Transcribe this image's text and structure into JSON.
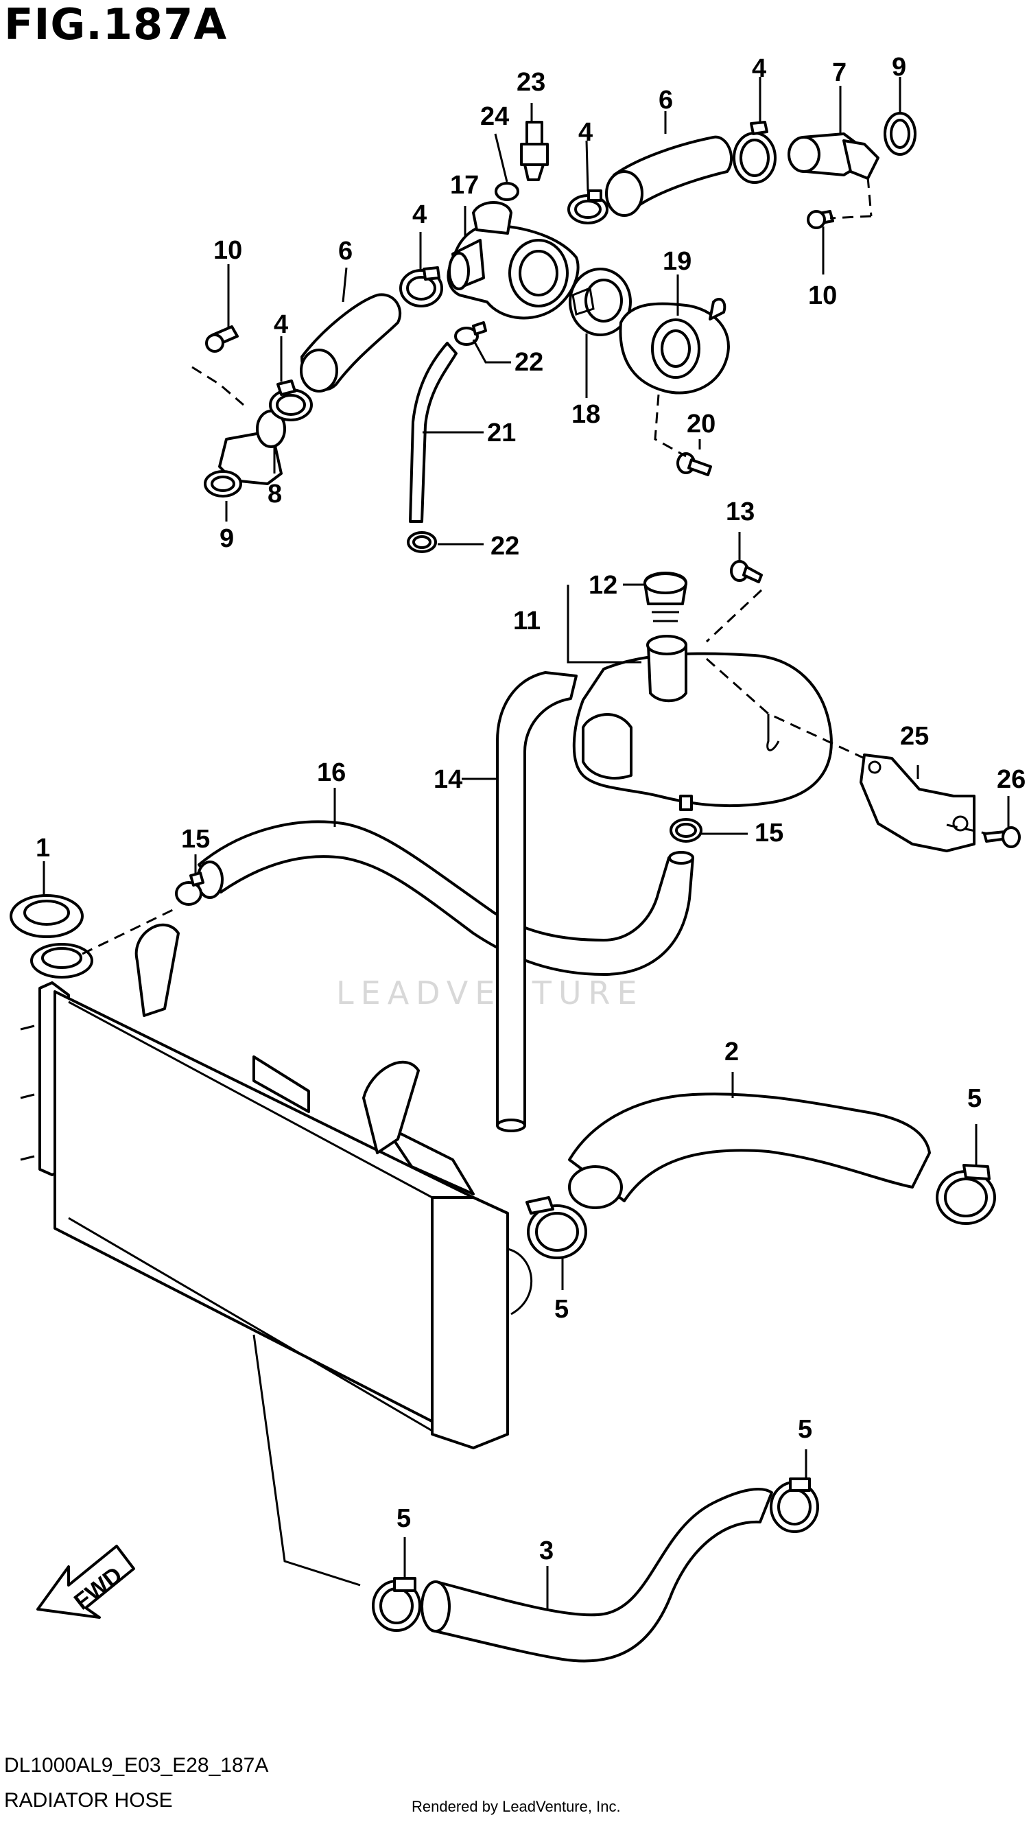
{
  "header": {
    "title": "FIG.187A"
  },
  "footer": {
    "code": "DL1000AL9_E03_E28_187A",
    "subtitle": "RADIATOR HOSE",
    "credit": "Rendered by LeadVenture, Inc."
  },
  "watermark": {
    "text": "LEADVENTURE"
  },
  "direction_marker": {
    "label": "FWD"
  },
  "callouts": [
    {
      "id": "c23",
      "text": "23"
    },
    {
      "id": "c24",
      "text": "24"
    },
    {
      "id": "c4a",
      "text": "4"
    },
    {
      "id": "c6a",
      "text": "6"
    },
    {
      "id": "c4b",
      "text": "4"
    },
    {
      "id": "c7",
      "text": "7"
    },
    {
      "id": "c9a",
      "text": "9"
    },
    {
      "id": "c17",
      "text": "17"
    },
    {
      "id": "c4c",
      "text": "4"
    },
    {
      "id": "c6b",
      "text": "6"
    },
    {
      "id": "c10a",
      "text": "10"
    },
    {
      "id": "c10b",
      "text": "10"
    },
    {
      "id": "c19",
      "text": "19"
    },
    {
      "id": "c4d",
      "text": "4"
    },
    {
      "id": "c22a",
      "text": "22"
    },
    {
      "id": "c18",
      "text": "18"
    },
    {
      "id": "c21",
      "text": "21"
    },
    {
      "id": "c20",
      "text": "20"
    },
    {
      "id": "c8",
      "text": "8"
    },
    {
      "id": "c9b",
      "text": "9"
    },
    {
      "id": "c22b",
      "text": "22"
    },
    {
      "id": "c13",
      "text": "13"
    },
    {
      "id": "c12",
      "text": "12"
    },
    {
      "id": "c11",
      "text": "11"
    },
    {
      "id": "c25",
      "text": "25"
    },
    {
      "id": "c26",
      "text": "26"
    },
    {
      "id": "c16",
      "text": "16"
    },
    {
      "id": "c14",
      "text": "14"
    },
    {
      "id": "c15a",
      "text": "15"
    },
    {
      "id": "c15b",
      "text": "15"
    },
    {
      "id": "c1",
      "text": "1"
    },
    {
      "id": "c2",
      "text": "2"
    },
    {
      "id": "c5a",
      "text": "5"
    },
    {
      "id": "c5b",
      "text": "5"
    },
    {
      "id": "c5c",
      "text": "5"
    },
    {
      "id": "c5d",
      "text": "5"
    },
    {
      "id": "c3",
      "text": "3"
    }
  ]
}
